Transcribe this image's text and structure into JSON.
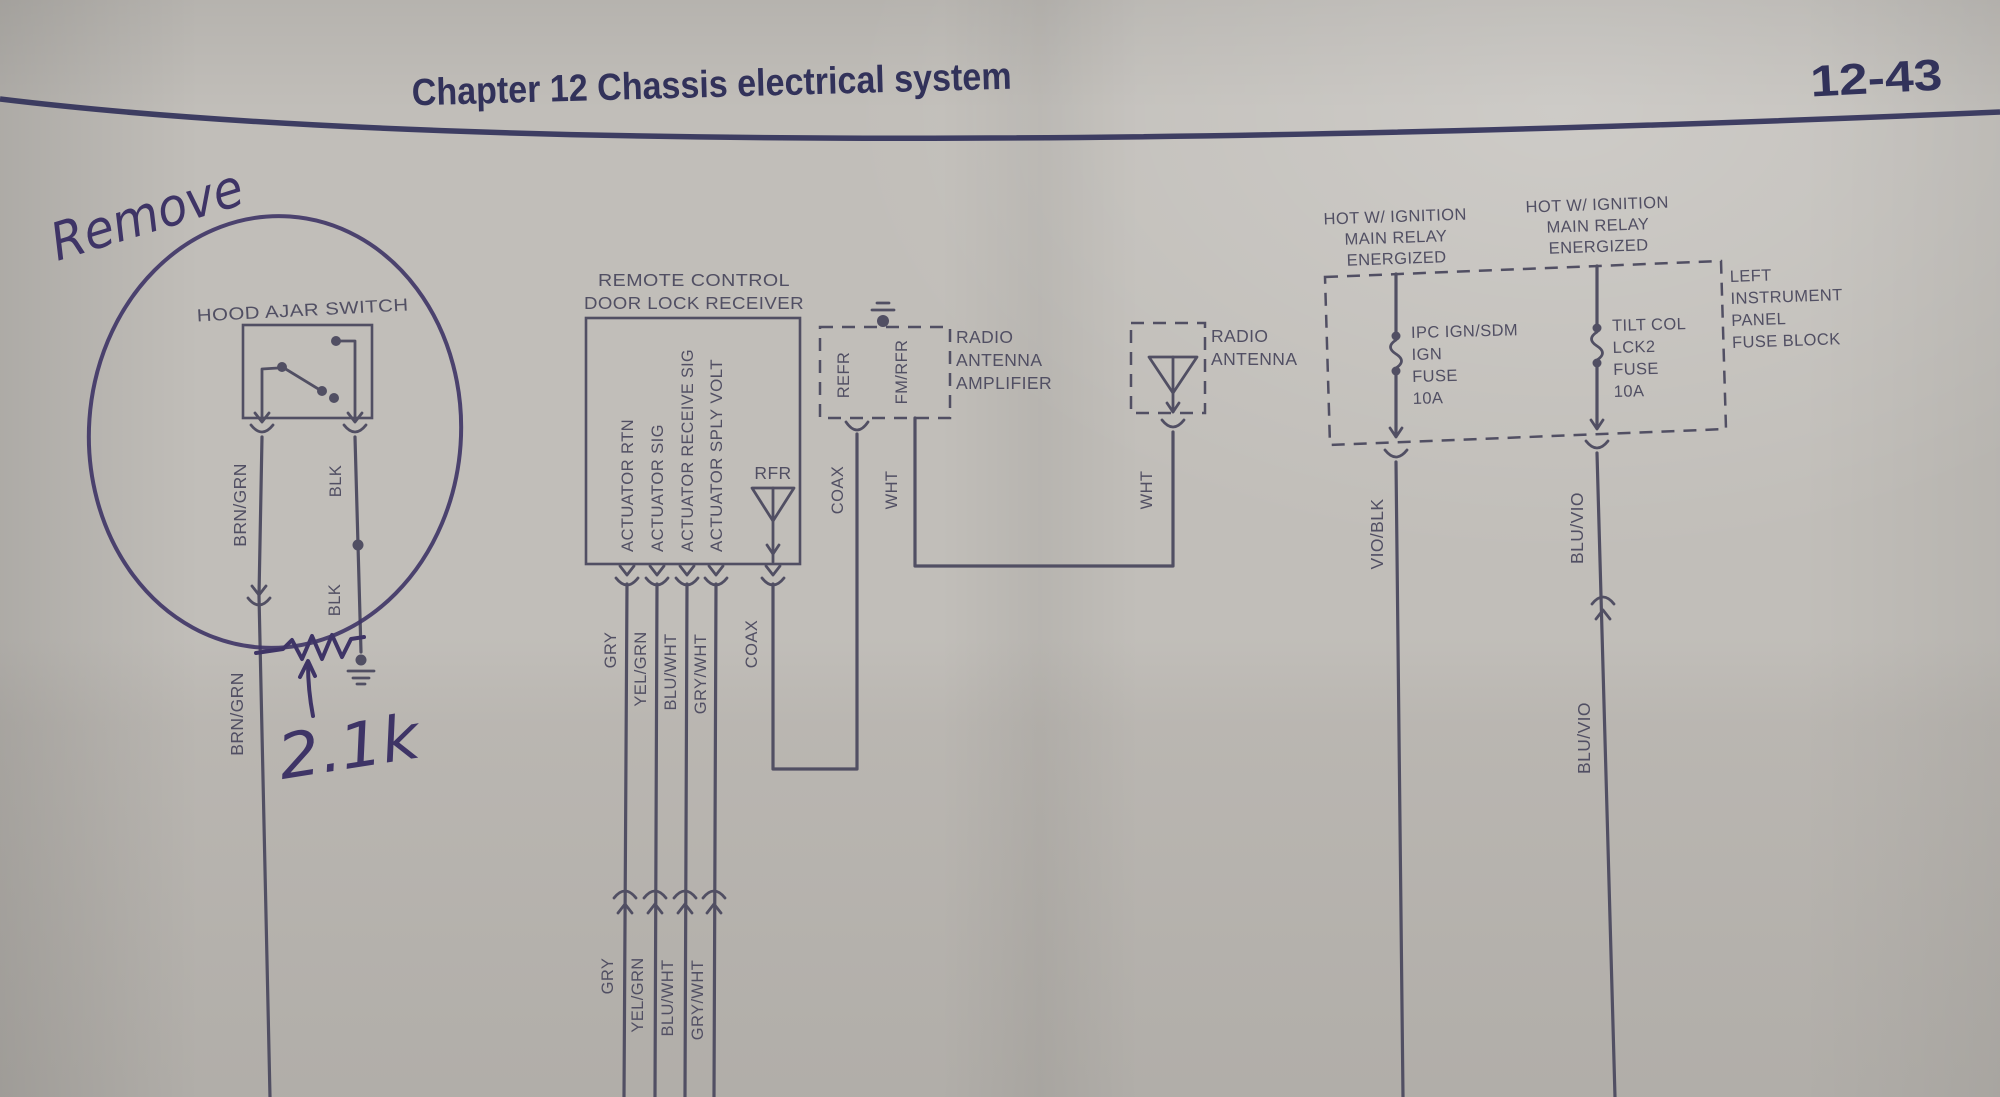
{
  "page": {
    "header_title": "Chapter 12   Chassis electrical system",
    "page_number": "12-43"
  },
  "annotations": {
    "remove_note": "Remove",
    "resistor_value": "2.1k"
  },
  "hood_switch": {
    "label": "HOOD AJAR SWITCH",
    "wire_left_upper": "BRN/GRN",
    "wire_left_lower": "BRN/GRN",
    "wire_right_upper": "BLK",
    "wire_right_lower": "BLK"
  },
  "receiver": {
    "title": [
      "REMOTE CONTROL",
      "DOOR LOCK RECEIVER"
    ],
    "pins": [
      "ACTUATOR RTN",
      "ACTUATOR SIG",
      "ACTUATOR RECEIVE SIG",
      "ACTUATOR SPLY VOLT"
    ],
    "rfr_label": "RFR",
    "wires_upper": [
      "GRY",
      "YEL/GRN",
      "BLU/WHT",
      "GRY/WHT"
    ],
    "wires_lower": [
      "GRY",
      "YEL/GRN",
      "BLU/WHT",
      "GRY/WHT"
    ],
    "coax_left": "COAX",
    "coax_right": "COAX"
  },
  "amplifier": {
    "title": [
      "RADIO",
      "ANTENNA",
      "AMPLIFIER"
    ],
    "pin_refr": "REFR",
    "pin_fmrfr": "FM/RFR",
    "wht_label": "WHT"
  },
  "antenna": {
    "title": [
      "RADIO",
      "ANTENNA"
    ],
    "wht_label": "WHT"
  },
  "fuse_block": {
    "header_left": [
      "HOT W/ IGNITION",
      "MAIN RELAY",
      "ENERGIZED"
    ],
    "header_right": [
      "HOT W/ IGNITION",
      "MAIN RELAY",
      "ENERGIZED"
    ],
    "block_label": [
      "LEFT",
      "INSTRUMENT",
      "PANEL",
      "FUSE BLOCK"
    ],
    "fuse1": [
      "IPC IGN/SDM",
      "IGN",
      "FUSE",
      "10A"
    ],
    "fuse2": [
      "TILT COL",
      "LCK2",
      "FUSE",
      "10A"
    ],
    "wire_left": "VIO/BLK",
    "wire_right_upper": "BLU/VIO",
    "wire_right_lower": "BLU/VIO"
  },
  "colors": {
    "paper": "#c1beb9",
    "print": "#514f63",
    "title_ink": "#32325a",
    "pen_ink": "#3e3466"
  }
}
